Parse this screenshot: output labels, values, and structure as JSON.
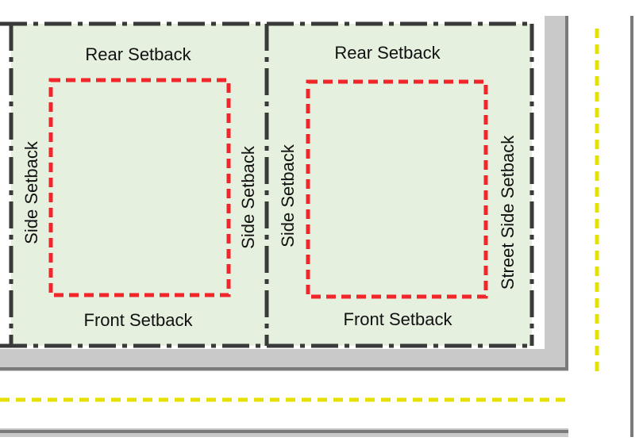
{
  "colors": {
    "lot_fill": "#e6f0df",
    "lot_line": "#3a3a3a",
    "setback_line": "#f0262b",
    "curb_gray": "#c9c9c9",
    "curb_dark": "#7a7a7a",
    "road_centerline": "#e6e000",
    "text": "#111111"
  },
  "lots": [
    {
      "rear_label": "Rear Setback",
      "front_label": "Front Setback",
      "left_label": "Side Setback",
      "right_label": "Side Setback"
    },
    {
      "rear_label": "Rear Setback",
      "front_label": "Front Setback",
      "left_label": "Side Setback",
      "right_label": "Street Side Setback"
    }
  ]
}
